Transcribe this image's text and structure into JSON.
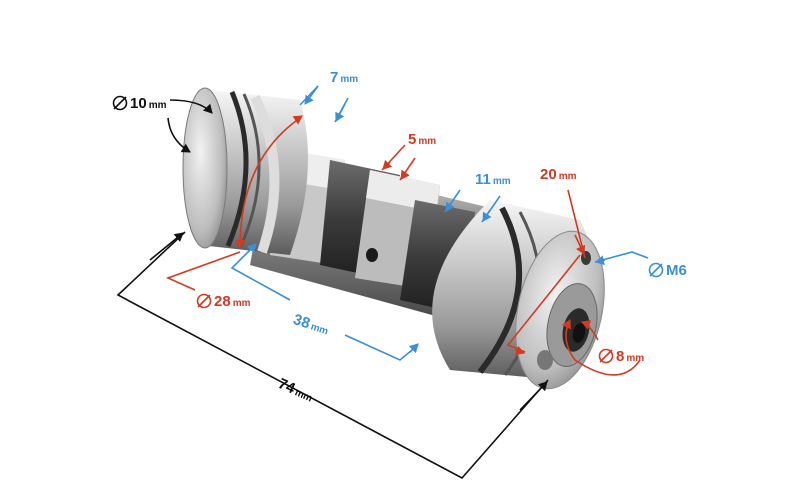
{
  "colors": {
    "black": "#111111",
    "blue": "#3b8fd8",
    "red": "#d23a22",
    "metal_light": "#e8e8e8",
    "metal_dark": "#3a3a3a"
  },
  "icons": {
    "diameter": "diameter-symbol-icon"
  },
  "dimensions": {
    "d10": {
      "value": "10",
      "unit": "mm"
    },
    "w7": {
      "value": "7",
      "unit": "mm"
    },
    "w5": {
      "value": "5",
      "unit": "mm"
    },
    "w11": {
      "value": "11",
      "unit": "mm"
    },
    "w20": {
      "value": "20",
      "unit": "mm"
    },
    "m6": {
      "value": "M6"
    },
    "d28": {
      "value": "28",
      "unit": "mm"
    },
    "l38": {
      "value": "38",
      "unit": "mm"
    },
    "l74": {
      "value": "74",
      "unit": "mm"
    },
    "d8": {
      "value": "8",
      "unit": "mm"
    }
  }
}
